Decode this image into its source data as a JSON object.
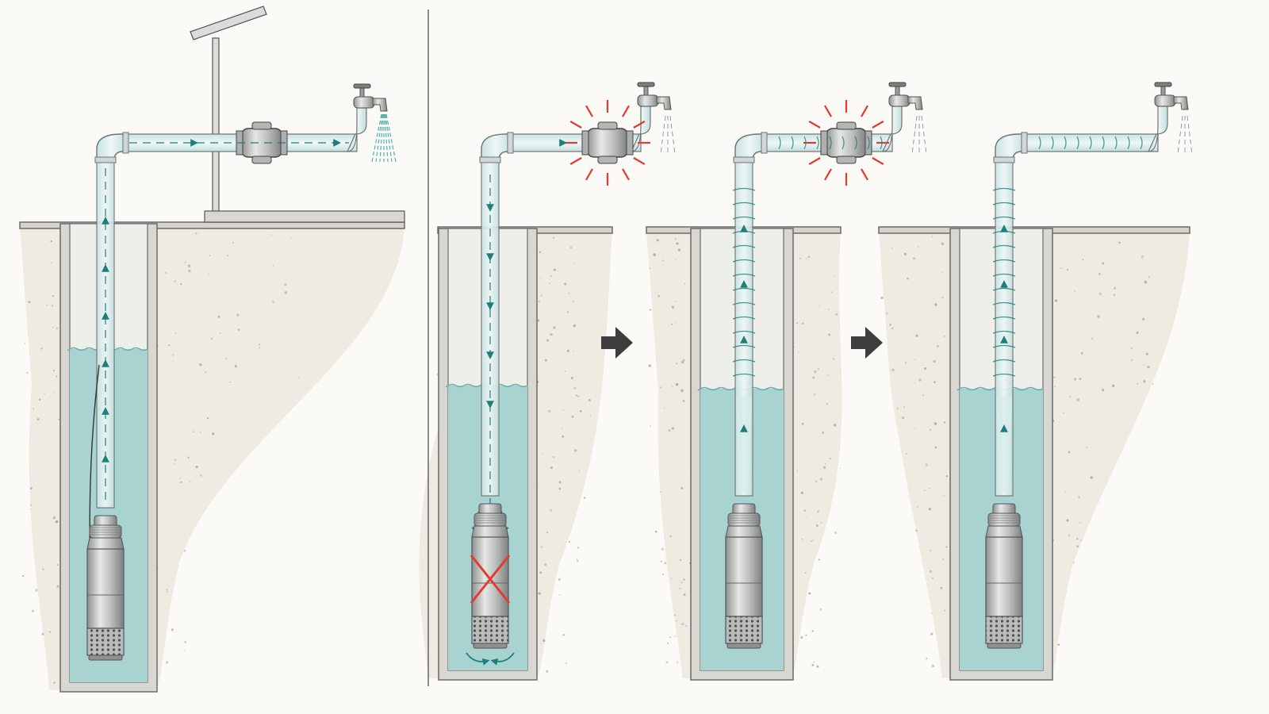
{
  "colors": {
    "background": "#fbfaf6",
    "soil": "#eeebe3",
    "soil_speck": "#a9a59c",
    "concrete": "#d9d7d1",
    "concrete_edge": "#6a6a6a",
    "shaft_air": "#eeeeea",
    "water": "#a9d3d0",
    "water_line": "#6fb0ab",
    "pipe_fill": "#dceeed",
    "pipe_edge": "#6d7474",
    "arrow": "#1f7d7c",
    "pump_metal": "#bfc0c0",
    "alert": "#e23b2f",
    "flow_arrow": "#3d3d3d",
    "divider": "#666666"
  },
  "panels": [
    {
      "id": "panel-1",
      "pump_state": "running",
      "flow": "up",
      "valve_alert": false,
      "faucet_spray": "full",
      "pump_cross": false
    },
    {
      "id": "panel-2",
      "pump_state": "stopped",
      "flow": "down",
      "valve_alert": true,
      "faucet_spray": "dashed",
      "pump_cross": true
    },
    {
      "id": "panel-3",
      "pump_state": "restart",
      "flow": "up",
      "valve_alert": true,
      "faucet_spray": "dashed",
      "pump_cross": false
    },
    {
      "id": "panel-4",
      "pump_state": "restart",
      "flow": "up",
      "valve_alert": false,
      "faucet_spray": "dashed",
      "pump_cross": false
    }
  ],
  "sequence_arrows": [
    "arrow-panel-2-to-3",
    "arrow-panel-3-to-4"
  ]
}
